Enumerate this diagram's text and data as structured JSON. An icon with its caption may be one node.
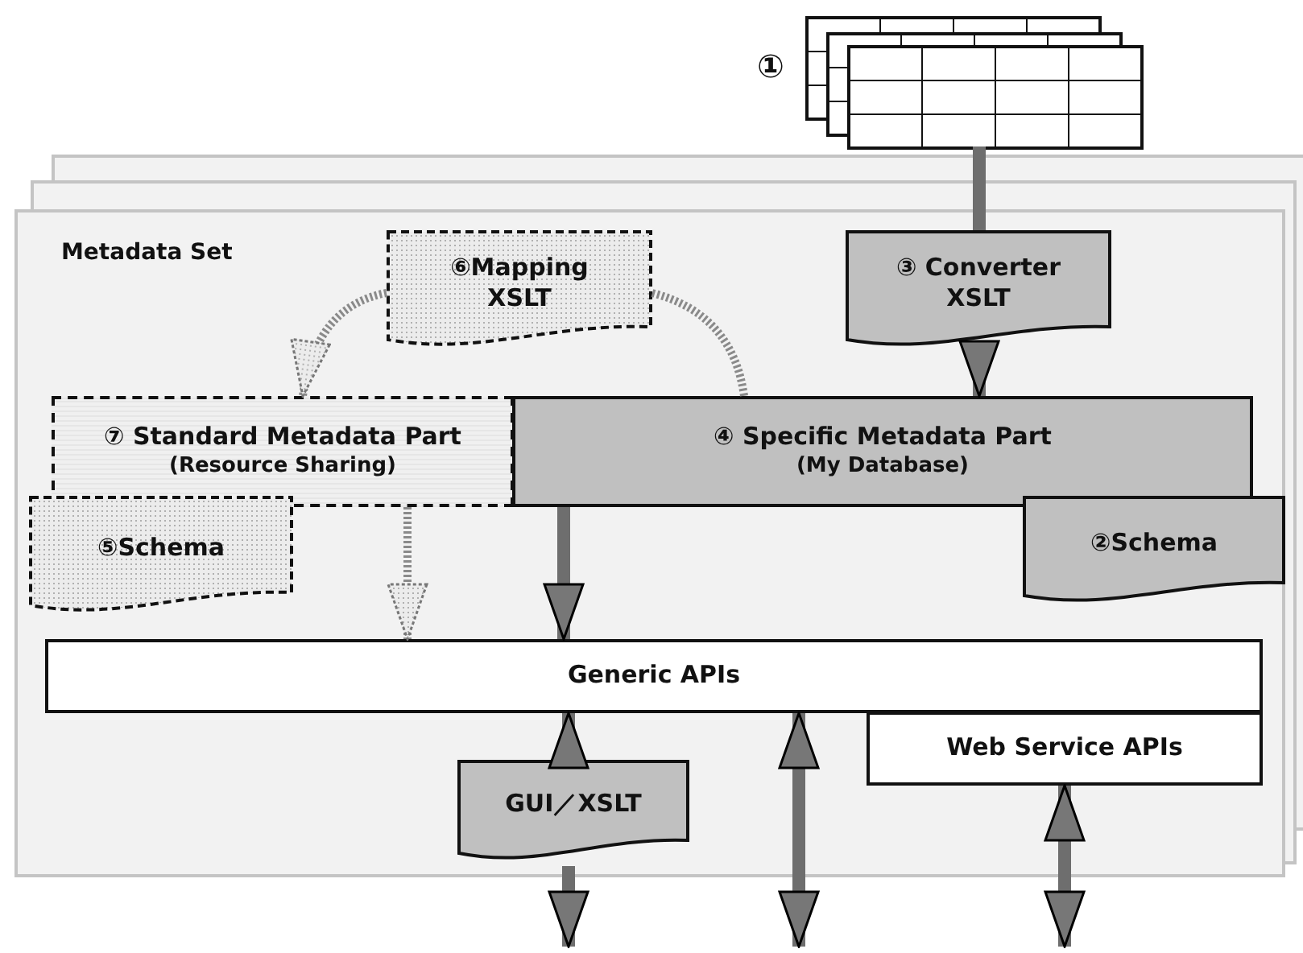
{
  "diagram": {
    "nodes": [
      {
        "text": [
          "Metadata Set"
        ]
      },
      {
        "text": [],
        "shape": "box",
        "beside": [
          "①"
        ]
      },
      {
        "text": [
          "⑥Mapping XSLT"
        ],
        "in": 0
      },
      {
        "text": [
          "③ Converter XSLT"
        ],
        "in": 0
      },
      {
        "text": [
          "⑦ Standard Metadata Part",
          "(Resource Sharing)"
        ],
        "in": 0
      },
      {
        "text": [
          "④ Specific Metadata Part",
          "(My Database)"
        ],
        "in": 0
      },
      {
        "text": [
          "⑤Schema"
        ],
        "in": 0
      },
      {
        "text": [
          "②Schema"
        ],
        "in": 0
      },
      {
        "text": [
          "Generic APIs"
        ],
        "in": 0
      },
      {
        "text": [
          "Web Service APIs"
        ],
        "in": 0
      },
      {
        "text": [
          "GUI／XSLT"
        ],
        "in": 0
      }
    ],
    "edges": [
      {
        "from": 1,
        "to": 3,
        "arrow": "none"
      },
      {
        "from": 3,
        "to": 5,
        "arrow": "to"
      },
      {
        "from": 2,
        "to": 4,
        "arrow": "to",
        "style": "dashed"
      },
      {
        "from": 2,
        "to": 5,
        "arrow": "none",
        "style": "dashed"
      },
      {
        "from": 4,
        "to": 8,
        "arrow": "to",
        "style": "dashed"
      },
      {
        "from": 5,
        "to": 8,
        "arrow": "to"
      },
      {
        "from": 10,
        "to": 8,
        "arrow": "to"
      },
      {
        "from": 10,
        "to": null,
        "arrow": "to"
      },
      {
        "from": 8,
        "to": null,
        "arrow": "both"
      },
      {
        "from": 9,
        "to": null,
        "arrow": "both"
      }
    ]
  }
}
